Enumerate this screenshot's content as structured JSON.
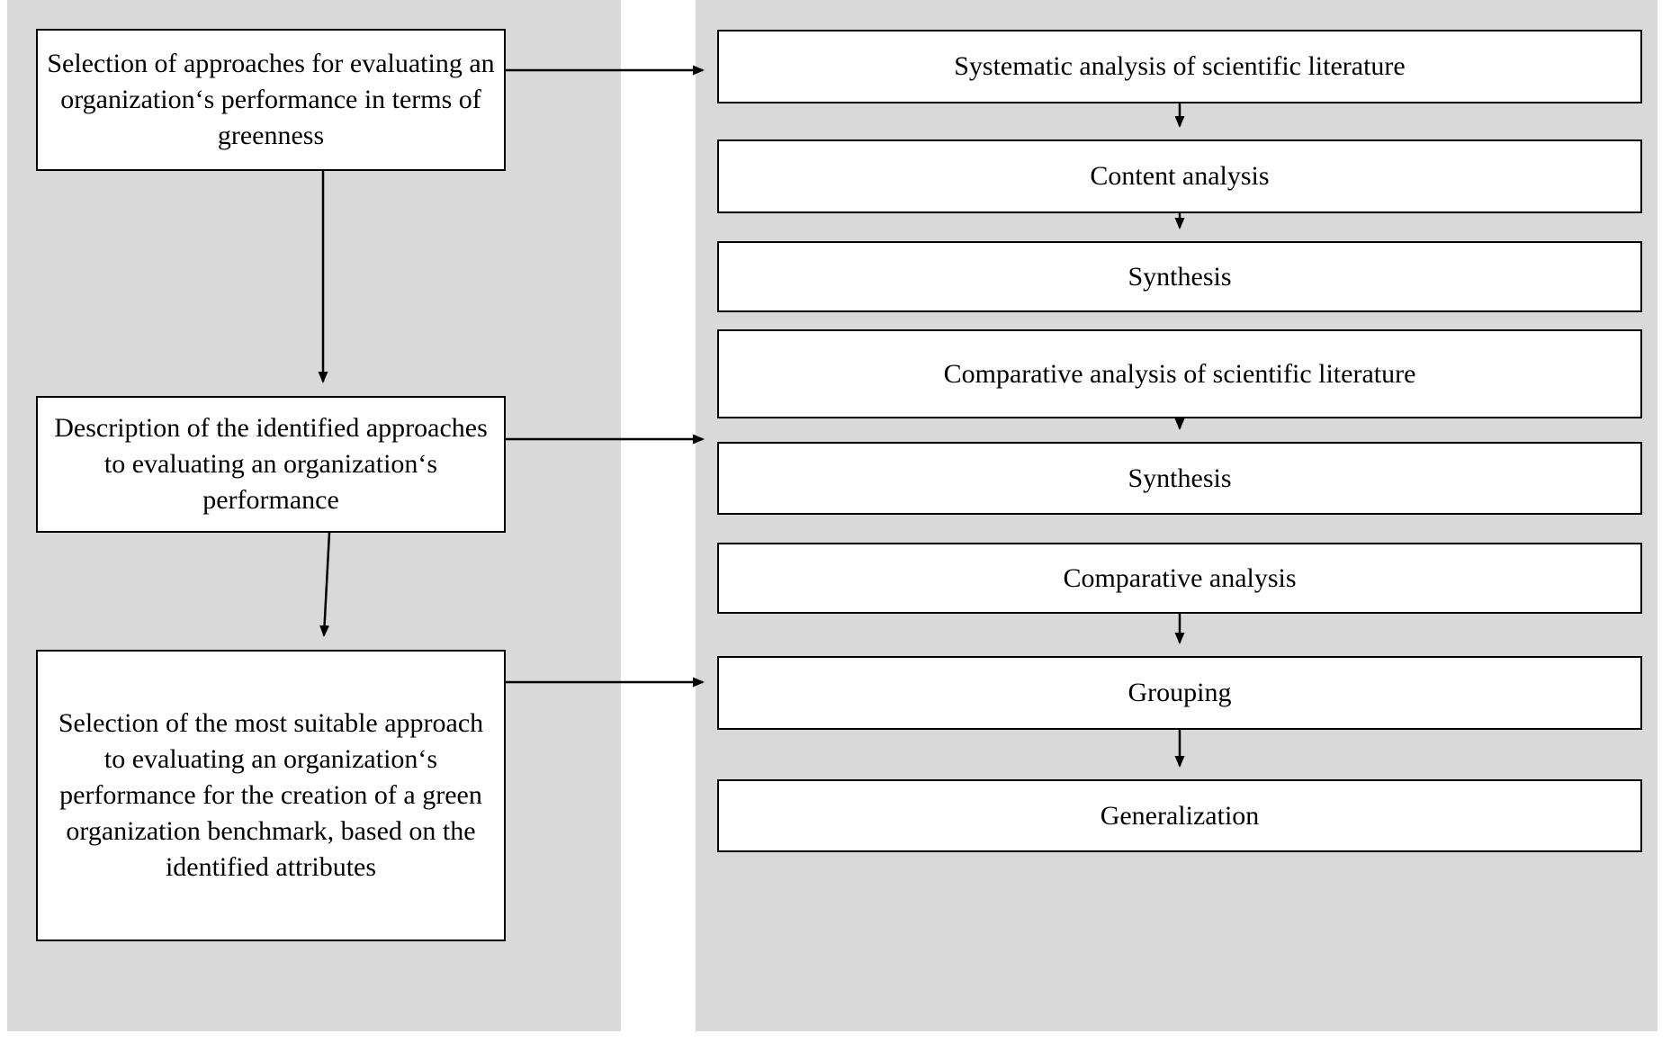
{
  "diagram": {
    "title_visible": false,
    "background_color": "#ffffff",
    "panel_color": "#d9d9d9",
    "node_fill": "#ffffff",
    "node_stroke": "#000000",
    "left_column": {
      "name": "research-stages-column",
      "nodes": [
        {
          "id": "l1",
          "label": "Selection of approaches for evaluating an organization‘s performance in terms of greenness"
        },
        {
          "id": "l2",
          "label": "Description of the identified approaches to evaluating an organization‘s performance"
        },
        {
          "id": "l3",
          "label": "Selection of the most suitable approach to evaluating an organization‘s performance for the creation of a green organization benchmark, based on the identified attributes"
        }
      ]
    },
    "right_column": {
      "name": "research-methods-column",
      "nodes": [
        {
          "id": "r1",
          "label": "Systematic analysis of scientific literature"
        },
        {
          "id": "r2",
          "label": "Content analysis"
        },
        {
          "id": "r3",
          "label": "Synthesis"
        },
        {
          "id": "r4",
          "label": "Comparative analysis of scientific literature"
        },
        {
          "id": "r5",
          "label": "Synthesis"
        },
        {
          "id": "r6",
          "label": "Comparative analysis"
        },
        {
          "id": "r7",
          "label": "Grouping"
        },
        {
          "id": "r8",
          "label": "Generalization"
        }
      ]
    },
    "edges": [
      {
        "from": "l1",
        "to": "l2",
        "direction": "down"
      },
      {
        "from": "l2",
        "to": "l3",
        "direction": "down"
      },
      {
        "from": "l1",
        "to": "r1",
        "direction": "right"
      },
      {
        "from": "l2",
        "to": "r4",
        "direction": "right"
      },
      {
        "from": "l3",
        "to": "r6",
        "direction": "right"
      },
      {
        "from": "r1",
        "to": "r2",
        "direction": "down"
      },
      {
        "from": "r2",
        "to": "r3",
        "direction": "down"
      },
      {
        "from": "r4",
        "to": "r5",
        "direction": "down"
      },
      {
        "from": "r6",
        "to": "r7",
        "direction": "down"
      },
      {
        "from": "r7",
        "to": "r8",
        "direction": "down"
      }
    ]
  }
}
